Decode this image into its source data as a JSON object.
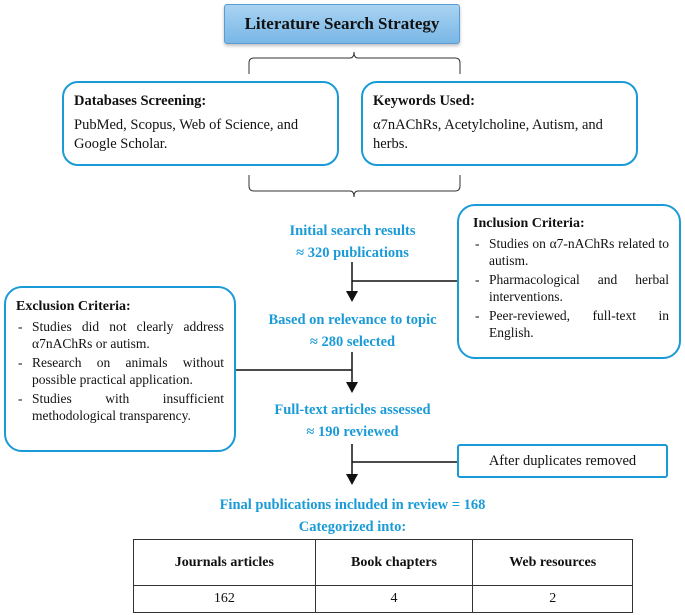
{
  "title": "Literature Search Strategy",
  "databases": {
    "heading": "Databases Screening:",
    "text": "PubMed, Scopus, Web of Science, and Google Scholar."
  },
  "keywords": {
    "heading": "Keywords Used:",
    "text": "α7nAChRs, Acetylcholine, Autism, and herbs."
  },
  "steps": {
    "initial_line1": "Initial search results",
    "initial_line2": "≈ 320 publications",
    "relevance_line1": "Based on relevance to topic",
    "relevance_line2": "≈ 280 selected",
    "fulltext_line1": "Full-text articles assessed",
    "fulltext_line2": "≈ 190 reviewed",
    "final_line1": "Final publications included in review = 168",
    "final_line2": "Categorized into:"
  },
  "inclusion": {
    "heading": "Inclusion Criteria:",
    "items": [
      "Studies on α7-nAChRs related to autism.",
      "Pharmacological and herbal interventions.",
      "Peer-reviewed, full-text in English."
    ]
  },
  "exclusion": {
    "heading": "Exclusion Criteria:",
    "items": [
      "Studies did not clearly address α7nAChRs or autism.",
      "Research on animals without possible practical application.",
      "Studies with insufficient methodological transparency."
    ]
  },
  "duplicates": "After duplicates removed",
  "table": {
    "headers": [
      "Journals articles",
      "Book chapters",
      "Web resources"
    ],
    "values": [
      "162",
      "4",
      "2"
    ]
  },
  "colors": {
    "accent": "#1a9bd7",
    "title_fill": "#8fc4ec"
  }
}
